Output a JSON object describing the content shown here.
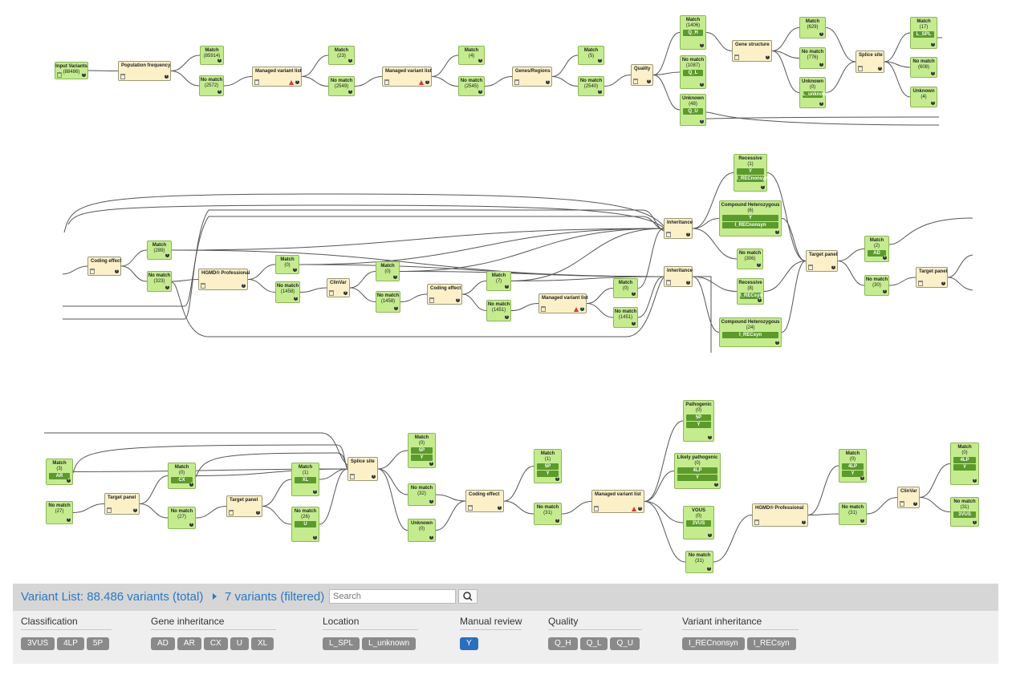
{
  "workflow": {
    "row1": {
      "input": {
        "title": "Input Variants",
        "count": "(88486)"
      },
      "popfreq": {
        "title": "Population frequency"
      },
      "m1": {
        "title": "Match",
        "count": "(85914)"
      },
      "n1": {
        "title": "No match",
        "count": "(2572)"
      },
      "mvl1": {
        "title": "Managed variant list"
      },
      "m2": {
        "title": "Match",
        "count": "(23)"
      },
      "n2": {
        "title": "No match",
        "count": "(2549)"
      },
      "mvl2": {
        "title": "Managed variant list"
      },
      "m3": {
        "title": "Match",
        "count": "(4)"
      },
      "n3": {
        "title": "No match",
        "count": "(2545)"
      },
      "genes": {
        "title": "Genes/Regions"
      },
      "m4": {
        "title": "Match",
        "count": "(5)"
      },
      "n4": {
        "title": "No match",
        "count": "(2540)"
      },
      "quality": {
        "title": "Quality"
      },
      "qm": {
        "title": "Match",
        "count": "(1406)",
        "tag": "Q_H"
      },
      "qn": {
        "title": "No match",
        "count": "(1087)",
        "tag": "Q_L"
      },
      "qu": {
        "title": "Unknown",
        "count": "(48)",
        "tag": "Q_U"
      },
      "genestruct": {
        "title": "Gene structure"
      },
      "gm": {
        "title": "Match",
        "count": "(629)"
      },
      "gn": {
        "title": "No match",
        "count": "(776)"
      },
      "gu": {
        "title": "Unknown",
        "count": "(0)",
        "tag": "L_unknown"
      },
      "splice": {
        "title": "Splice site"
      },
      "sm": {
        "title": "Match",
        "count": "(17)",
        "tag": "L_SPL"
      },
      "sn": {
        "title": "No match",
        "count": "(608)"
      },
      "su": {
        "title": "Unknown",
        "count": "(4)"
      }
    },
    "row2": {
      "coding": {
        "title": "Coding effect"
      },
      "cm": {
        "title": "Match",
        "count": "(289)"
      },
      "cn": {
        "title": "No match",
        "count": "(323)"
      },
      "hgmd": {
        "title": "HGMD® Professional"
      },
      "hm": {
        "title": "Match",
        "count": "(0)"
      },
      "hn": {
        "title": "No match",
        "count": "(1458)"
      },
      "clinvar": {
        "title": "ClinVar"
      },
      "clm": {
        "title": "Match",
        "count": "(0)"
      },
      "cln": {
        "title": "No match",
        "count": "(1458)"
      },
      "coding2": {
        "title": "Coding effect"
      },
      "c2m": {
        "title": "Match",
        "count": "(7)"
      },
      "c2n": {
        "title": "No match",
        "count": "(1451)"
      },
      "mvl": {
        "title": "Managed variant list"
      },
      "mm": {
        "title": "Match",
        "count": "(0)"
      },
      "mn": {
        "title": "No match",
        "count": "(1451)"
      },
      "inh1": {
        "title": "Inheritance"
      },
      "inh2": {
        "title": "Inheritance"
      },
      "rec1": {
        "title": "Recessive",
        "count": "(1)",
        "tag1": "Y",
        "tag2": "I_RECnonsyn"
      },
      "comp1": {
        "title": "Compound Heterozygous",
        "count": "(6)",
        "tag1": "Y",
        "tag2": "I_RECnonsyn"
      },
      "inhn": {
        "title": "No match",
        "count": "(306)"
      },
      "rec2": {
        "title": "Recessive",
        "count": "(8)",
        "tag1": "I_RECsyn"
      },
      "comp2": {
        "title": "Compound Heterozygous",
        "count": "(24)",
        "tag1": "I_RECsyn"
      },
      "target": {
        "title": "Target panel"
      },
      "tm": {
        "title": "Match",
        "count": "(2)",
        "tag": "AD"
      },
      "tn": {
        "title": "No match",
        "count": "(30)"
      },
      "target2": {
        "title": "Target panel"
      }
    },
    "row3": {
      "arm": {
        "title": "Match",
        "count": "(3)",
        "tag": "AR"
      },
      "arn": {
        "title": "No match",
        "count": "(27)"
      },
      "tp1": {
        "title": "Target panel"
      },
      "cxm": {
        "title": "Match",
        "count": "(0)",
        "tag": "CX"
      },
      "cxn": {
        "title": "No match",
        "count": "(27)"
      },
      "tp2": {
        "title": "Target panel"
      },
      "xlm": {
        "title": "Match",
        "count": "(1)",
        "tag": "XL"
      },
      "xln": {
        "title": "No match",
        "count": "(26)",
        "tag": "U"
      },
      "splice": {
        "title": "Splice site"
      },
      "spm": {
        "title": "Match",
        "count": "(0)",
        "tag1": "5P",
        "tag2": "Y"
      },
      "spn": {
        "title": "No match",
        "count": "(32)"
      },
      "spu": {
        "title": "Unknown",
        "count": "(0)"
      },
      "coding": {
        "title": "Coding effect"
      },
      "cm": {
        "title": "Match",
        "count": "(1)",
        "tag1": "5P",
        "tag2": "Y"
      },
      "cn": {
        "title": "No match",
        "count": "(31)"
      },
      "mvl": {
        "title": "Managed variant list"
      },
      "path": {
        "title": "Pathogenic",
        "count": "(0)",
        "tag1": "5P",
        "tag2": "Y"
      },
      "lpath": {
        "title": "Likely pathogenic",
        "count": "(0)",
        "tag1": "4LP",
        "tag2": "Y"
      },
      "vous": {
        "title": "VOUS",
        "count": "(0)",
        "tag1": "3VUS"
      },
      "mvn": {
        "title": "No match",
        "count": "(31)"
      },
      "hgmd": {
        "title": "HGMD® Professional"
      },
      "hm": {
        "title": "Match",
        "count": "(0)",
        "tag1": "4LP",
        "tag2": "Y"
      },
      "hn": {
        "title": "No match",
        "count": "(31)"
      },
      "clinvar": {
        "title": "ClinVar"
      },
      "clm": {
        "title": "Match",
        "count": "(0)",
        "tag1": "4LP",
        "tag2": "Y"
      },
      "cln": {
        "title": "No match",
        "count": "(31)",
        "tag1": "3VUS"
      }
    }
  },
  "variant_list": {
    "title": "Variant List: 88.486 variants (total)",
    "filtered": "7 variants (filtered)",
    "search_placeholder": "Search",
    "search_icon": "magnifier-icon",
    "groups": [
      {
        "name": "Classification",
        "chips": [
          "3VUS",
          "4LP",
          "5P"
        ]
      },
      {
        "name": "Gene inheritance",
        "chips": [
          "AD",
          "AR",
          "CX",
          "U",
          "XL"
        ]
      },
      {
        "name": "Location",
        "chips": [
          "L_SPL",
          "L_unknown"
        ]
      },
      {
        "name": "Manual review",
        "chips": [
          "Y"
        ],
        "active": "Y"
      },
      {
        "name": "Quality",
        "chips": [
          "Q_H",
          "Q_L",
          "Q_U"
        ]
      },
      {
        "name": "Variant inheritance",
        "chips": [
          "I_RECnonsyn",
          "I_RECsyn"
        ]
      }
    ]
  },
  "colors": {
    "filter_node": "#fbf0c8",
    "result_node": "#c4ec8e",
    "tag": "#5c9a2c",
    "link": "#2b78c4",
    "chip": "#8a8a8a",
    "chip_active": "#2a6ec0"
  }
}
